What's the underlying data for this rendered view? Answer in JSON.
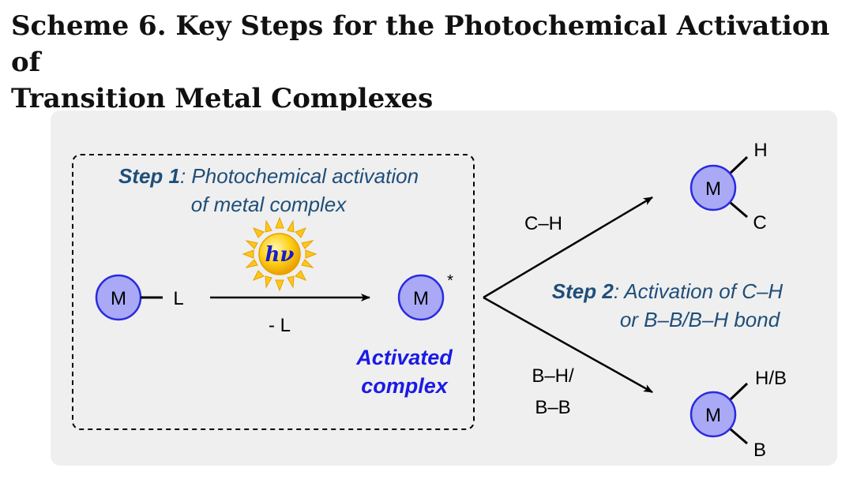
{
  "title": {
    "line1": "Scheme 6. Key Steps for the Photochemical Activation of",
    "line2": "Transition Metal Complexes"
  },
  "step1": {
    "label": "Step 1",
    "desc_line1": ": Photochemical activation",
    "desc_line2": "of metal complex"
  },
  "step2": {
    "label": "Step 2",
    "desc_line1": ": Activation of C–H",
    "desc_line2": "or B–B/B–H bond"
  },
  "reactant": {
    "metal": "M",
    "ligand": "L"
  },
  "arrow1": {
    "above": "hν",
    "below": "- L"
  },
  "activated": {
    "metal": "M",
    "star": "*",
    "label_line1": "Activated",
    "label_line2": "complex"
  },
  "upper_path": {
    "reagent": "C–H",
    "metal": "M",
    "sub1": "H",
    "sub2": "C"
  },
  "lower_path": {
    "reagent_line1": "B–H/",
    "reagent_line2": "B–B",
    "metal": "M",
    "sub1": "H/B",
    "sub2": "B"
  },
  "colors": {
    "metal_fill": "#a9a9f5",
    "metal_stroke": "#2a2ae0",
    "step_text": "#1f4e79",
    "activated_text": "#1a1ae6",
    "panel": "#efefef",
    "sun": "#f5b800"
  }
}
